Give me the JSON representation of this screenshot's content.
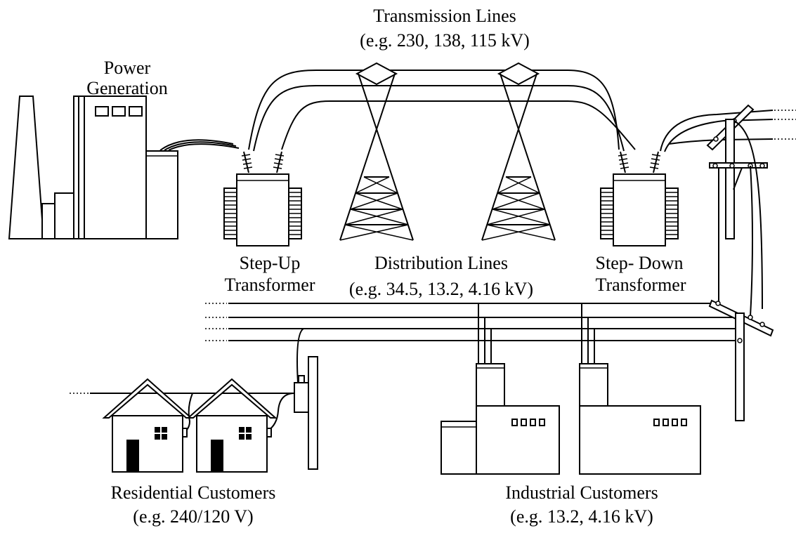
{
  "labels": {
    "power_generation": [
      "Power",
      "Generation"
    ],
    "transmission_lines": [
      "Transmission Lines",
      "(e.g. 230, 138, 115 kV)"
    ],
    "step_up_transformer": [
      "Step-Up",
      "Transformer"
    ],
    "distribution_lines": [
      "Distribution Lines",
      "(e.g. 34.5, 13.2, 4.16 kV)"
    ],
    "step_down_transformer": [
      "Step- Down",
      "Transformer"
    ],
    "residential_customers": [
      "Residential Customers",
      "(e.g. 240/120 V)"
    ],
    "industrial_customers": [
      "Industrial Customers",
      "(e.g. 13.2, 4.16 kV)"
    ]
  }
}
